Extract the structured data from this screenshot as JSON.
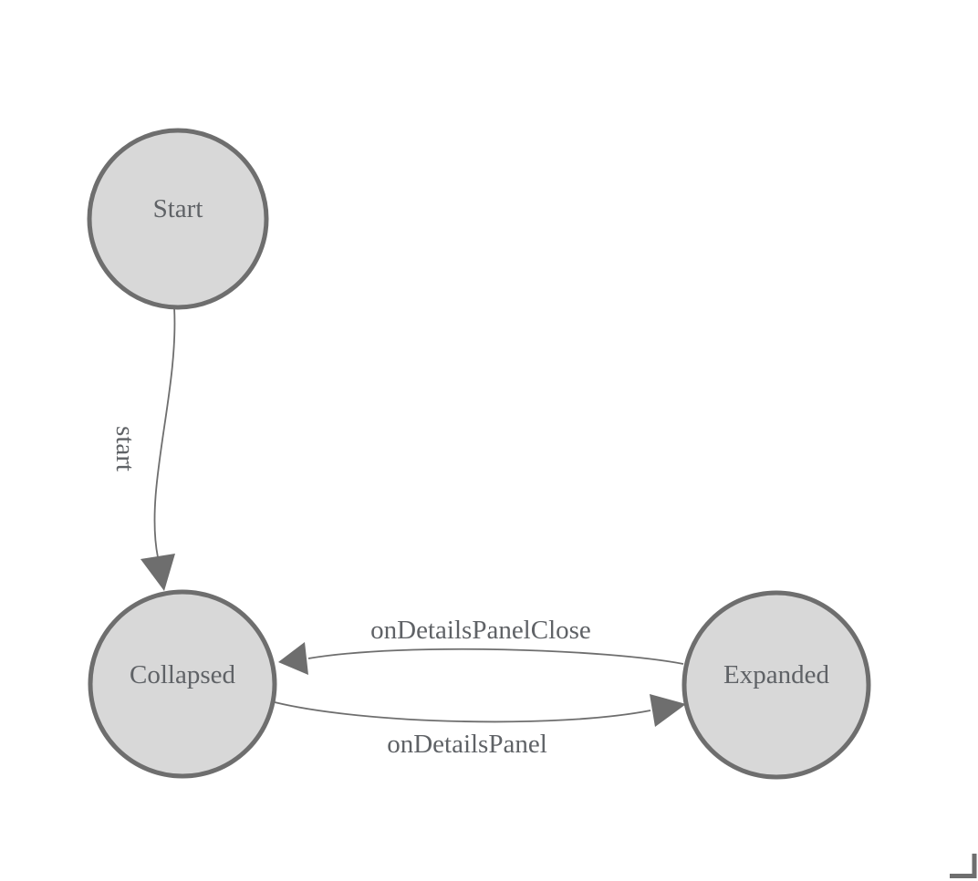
{
  "diagram": {
    "type": "state-machine",
    "nodes": [
      {
        "id": "Start",
        "label": "Start"
      },
      {
        "id": "Collapsed",
        "label": "Collapsed"
      },
      {
        "id": "Expanded",
        "label": "Expanded"
      }
    ],
    "edges": [
      {
        "from": "Start",
        "to": "Collapsed",
        "label": "start"
      },
      {
        "from": "Expanded",
        "to": "Collapsed",
        "label": "onDetailsPanelClose"
      },
      {
        "from": "Collapsed",
        "to": "Expanded",
        "label": "onDetailsPanel"
      }
    ],
    "colors": {
      "background": "#ffffff",
      "node_fill": "#d8d8d8",
      "node_stroke": "#6e6e6e",
      "edge_color": "#6e6e6e",
      "text_color": "#5f6266",
      "corner_marker": "#6e6e6e"
    }
  }
}
